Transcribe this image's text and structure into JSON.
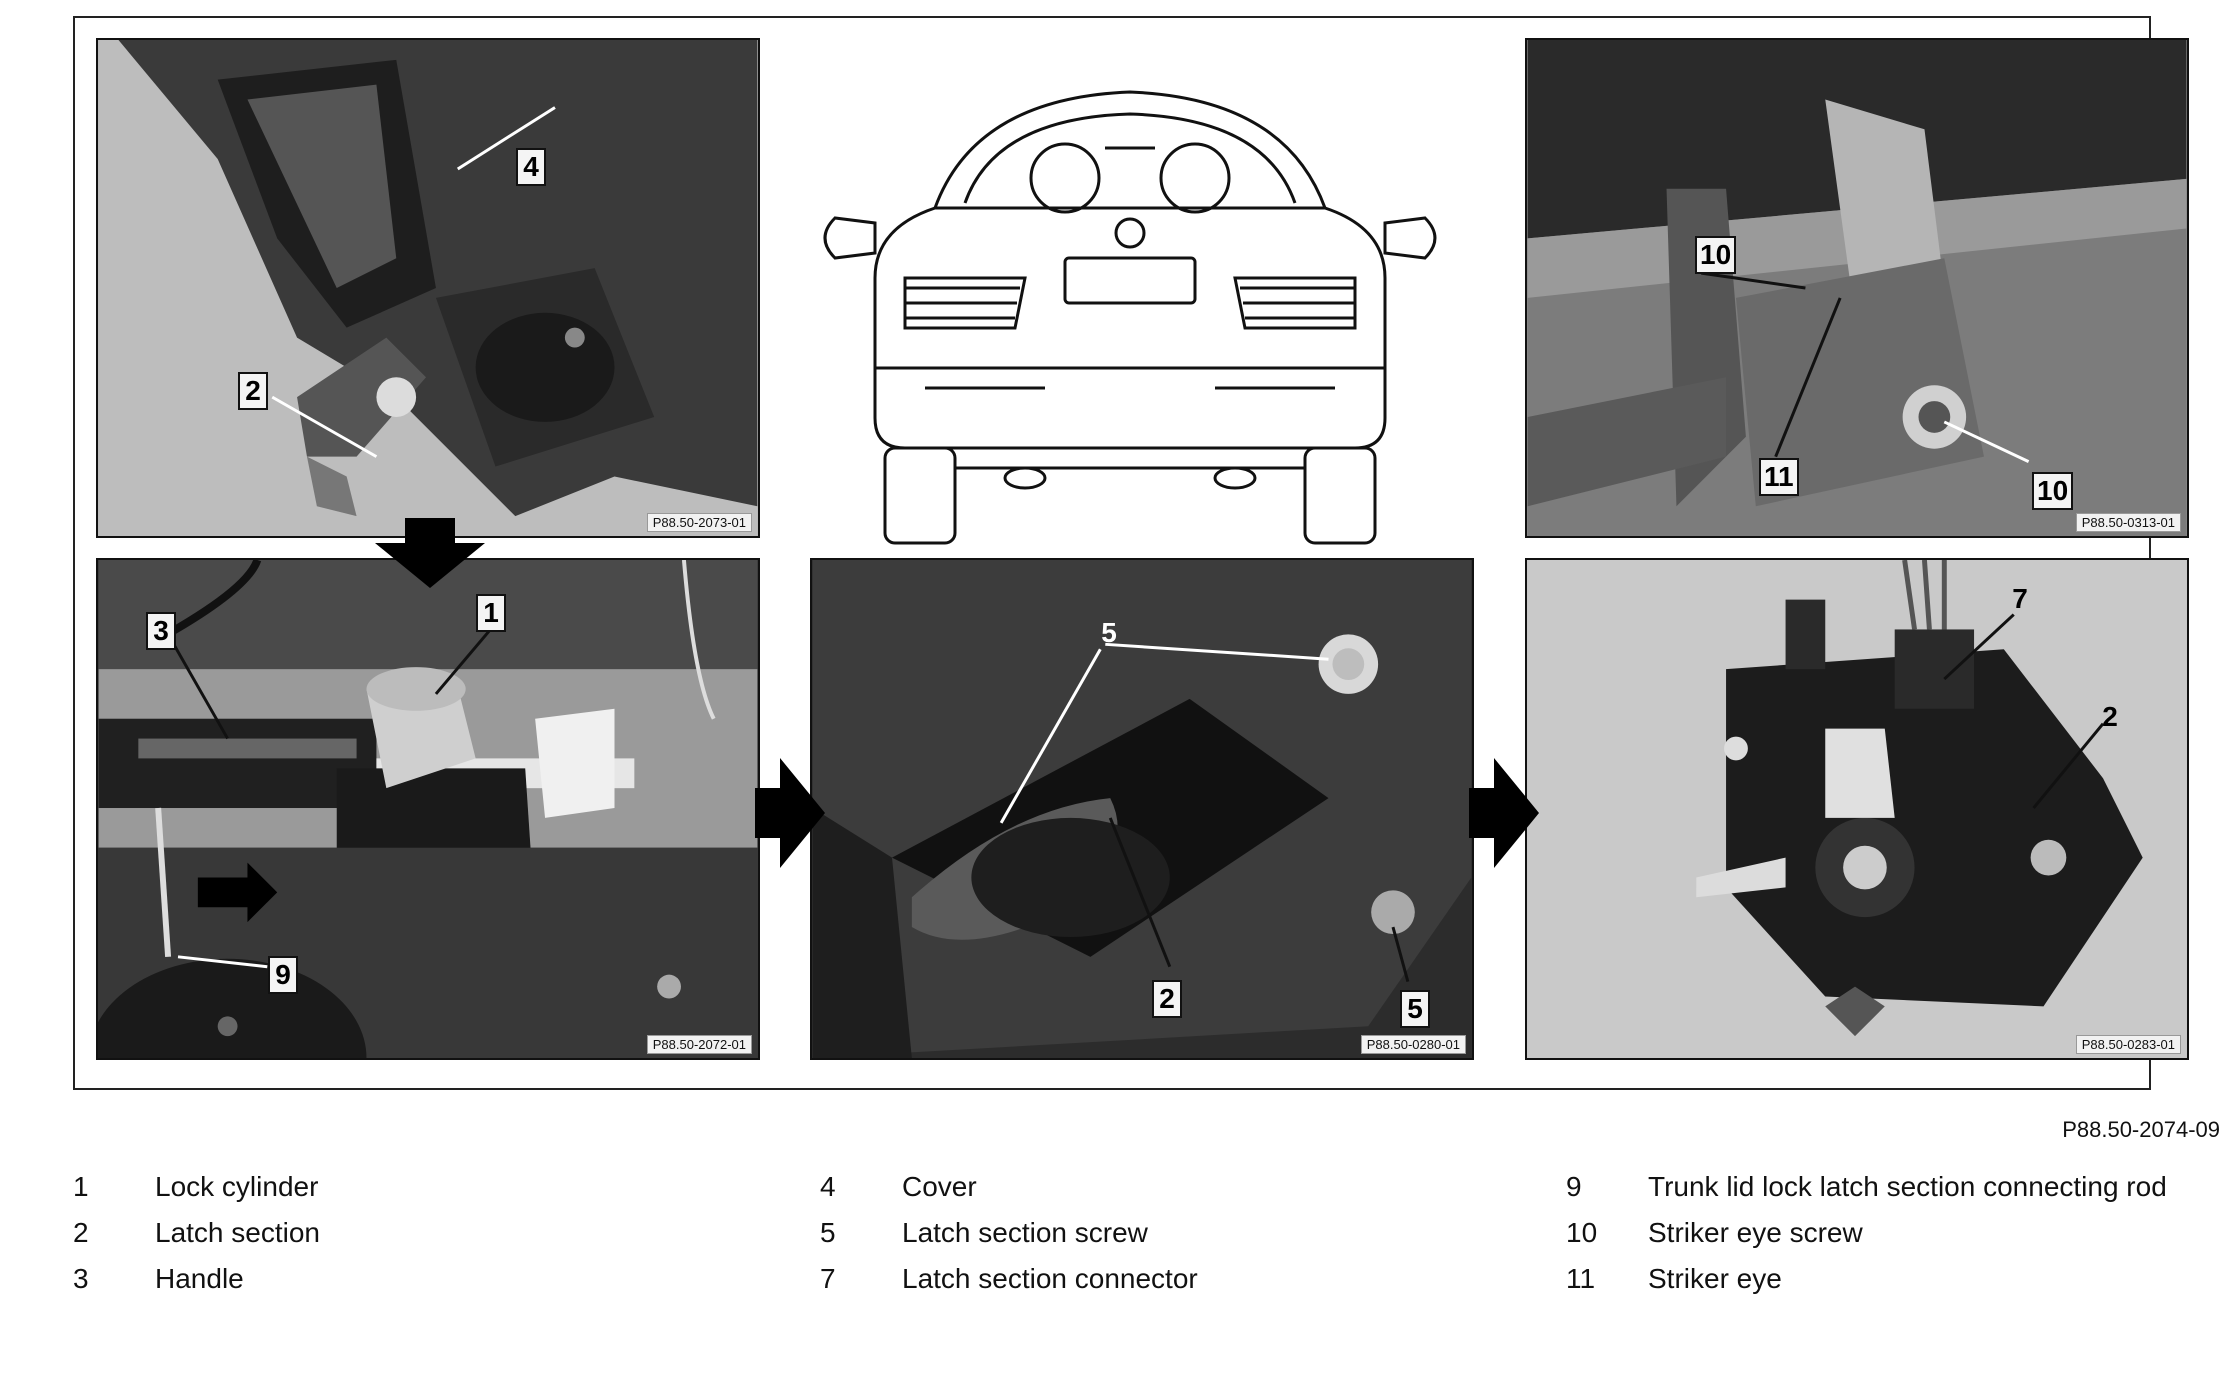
{
  "figure_code": "P88.50-2074-09",
  "panels": {
    "top_left": {
      "ref": "P88.50-2073-01",
      "callouts": [
        "4",
        "2"
      ]
    },
    "top_center": {
      "ref": ""
    },
    "top_right": {
      "ref": "P88.50-0313-01",
      "callouts": [
        "10",
        "11",
        "10"
      ]
    },
    "bottom_left": {
      "ref": "P88.50-2072-01",
      "callouts": [
        "3",
        "1",
        "9"
      ]
    },
    "bottom_center": {
      "ref": "P88.50-0280-01",
      "callouts": [
        "5",
        "2",
        "5"
      ]
    },
    "bottom_right": {
      "ref": "P88.50-0283-01",
      "callouts": [
        "7",
        "2"
      ]
    }
  },
  "legend": [
    {
      "num": "1",
      "text": "Lock cylinder"
    },
    {
      "num": "2",
      "text": "Latch section"
    },
    {
      "num": "3",
      "text": "Handle"
    },
    {
      "num": "4",
      "text": "Cover"
    },
    {
      "num": "5",
      "text": "Latch section screw"
    },
    {
      "num": "7",
      "text": "Latch section connector"
    },
    {
      "num": "9",
      "text": "Trunk lid lock latch section connecting rod"
    },
    {
      "num": "10",
      "text": "Striker eye screw"
    },
    {
      "num": "11",
      "text": "Striker eye"
    }
  ],
  "colors": {
    "photo_dark": "#2b2b2b",
    "photo_mid": "#6e6e6e",
    "photo_light": "#c8c8c8",
    "arrow": "#000000"
  }
}
